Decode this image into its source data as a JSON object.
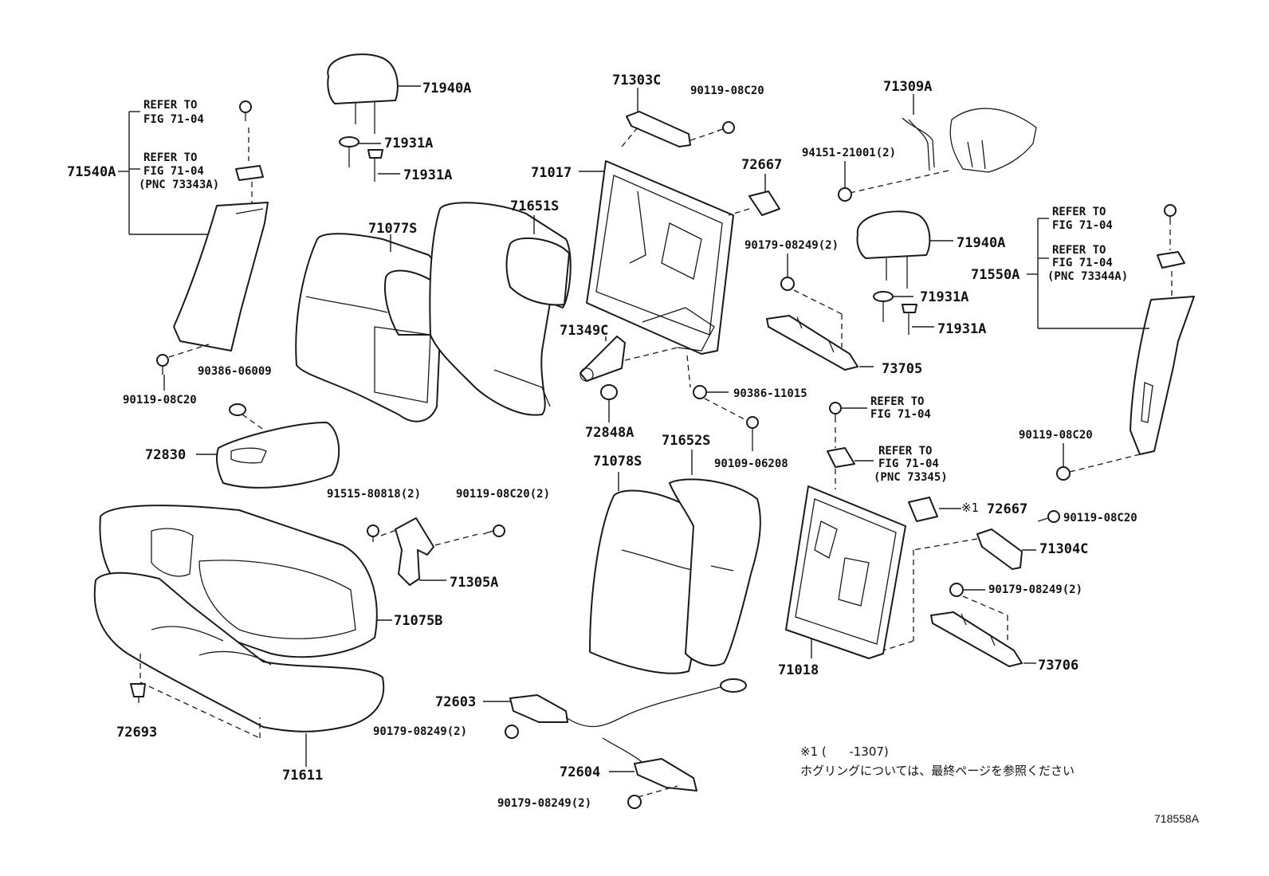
{
  "parts": {
    "p71940A_l": "71940A",
    "p71931A_l1": "71931A",
    "p71931A_l2": "71931A",
    "p71540A": "71540A",
    "p71303C": "71303C",
    "p90119_08C20_top": "90119-08C20",
    "p71309A": "71309A",
    "p94151": "94151-21001(2)",
    "p71017": "71017",
    "p72667_top": "72667",
    "p71651S": "71651S",
    "p71077S": "71077S",
    "p90179_08249_mid": "90179-08249(2)",
    "p71940A_r": "71940A",
    "p71931A_r1": "71931A",
    "p71931A_r2": "71931A",
    "p71550A": "71550A",
    "p71349C": "71349C",
    "p73705": "73705",
    "p90386_11015": "90386-11015",
    "p90119_08C20_left": "90119-08C20",
    "p90386_06009": "90386-06009",
    "p72848A": "72848A",
    "p90109_06208": "90109-06208",
    "p90119_08C20_right": "90119-08C20",
    "p72830": "72830",
    "p71078S": "71078S",
    "p71652S": "71652S",
    "p91515": "91515-80818(2)",
    "p90119_08C20_2": "90119-08C20(2)",
    "p72667_mid": "72667",
    "p90119_08C20_r2": "90119-08C20",
    "p71304C": "71304C",
    "p71305A": "71305A",
    "p90179_08249_r": "90179-08249(2)",
    "p71075B": "71075B",
    "p71018": "71018",
    "p73706": "73706",
    "p72603": "72603",
    "p90179_08249_b1": "90179-08249(2)",
    "p72693": "72693",
    "p71611": "71611",
    "p72604": "72604",
    "p90179_08249_b2": "90179-08249(2)"
  },
  "refs": {
    "r1_a": "REFER TO",
    "r1_b": "FIG 71-04",
    "r2_a": "REFER TO",
    "r2_b": "FIG 71-04",
    "r2_c": "(PNC 73343A)",
    "r3_a": "REFER TO",
    "r3_b": "FIG 71-04",
    "r4_a": "REFER TO",
    "r4_b": "FIG 71-04",
    "r4_c": "(PNC 73344A)",
    "r5_a": "REFER TO",
    "r5_b": "FIG 71-04",
    "r6_a": "REFER TO",
    "r6_b": "FIG 71-04",
    "r6_c": "(PNC 73345)"
  },
  "notes": {
    "mark": "※1",
    "footnote_line1": "※1 (      -1307)",
    "footnote_line2": "ホグリングについては、最終ページを参照ください",
    "figure_id": "718558A"
  }
}
